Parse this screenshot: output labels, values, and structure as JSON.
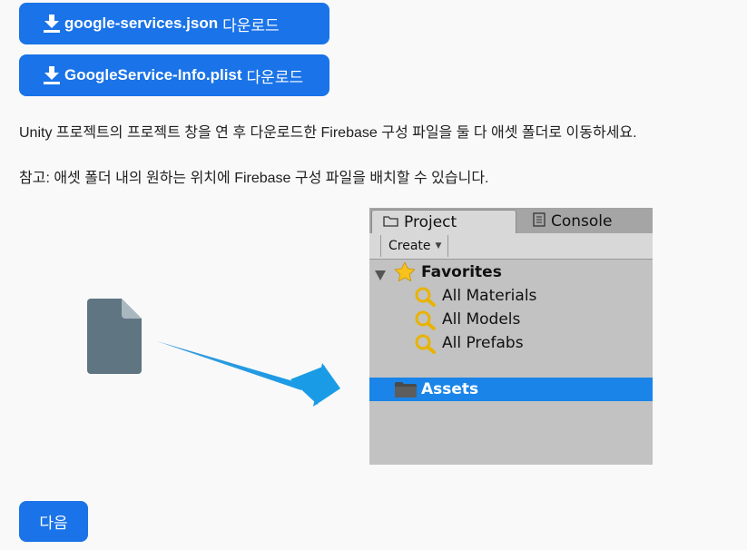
{
  "buttons": {
    "download_google_services": {
      "filename": "google-services.json",
      "suffix": "다운로드"
    },
    "download_googleservice_info": {
      "filename": "GoogleService-Info.plist",
      "suffix": "다운로드"
    },
    "next_label": "다음"
  },
  "instructions": {
    "step1": "Unity 프로젝트의 프로젝트 창을 연 후 다운로드한 Firebase 구성 파일을 둘 다 애셋 폴더로 이동하세요.",
    "note": "참고: 애셋 폴더 내의 원하는 위치에 Firebase 구성 파일을 배치할 수 있습니다."
  },
  "unity_window": {
    "tabs": [
      {
        "label": "Project",
        "active": true,
        "icon": "folder-icon"
      },
      {
        "label": "Console",
        "active": false,
        "icon": "console-icon"
      }
    ],
    "toolbar": {
      "create_label": "Create"
    },
    "favorites": {
      "label": "Favorites",
      "items": [
        "All Materials",
        "All Models",
        "All Prefabs"
      ]
    },
    "assets_label": "Assets"
  },
  "colors": {
    "primary": "#1a73e8",
    "selection": "#1a84e8",
    "arrow": "#1f8fd9",
    "file_icon": "#5f7582"
  }
}
